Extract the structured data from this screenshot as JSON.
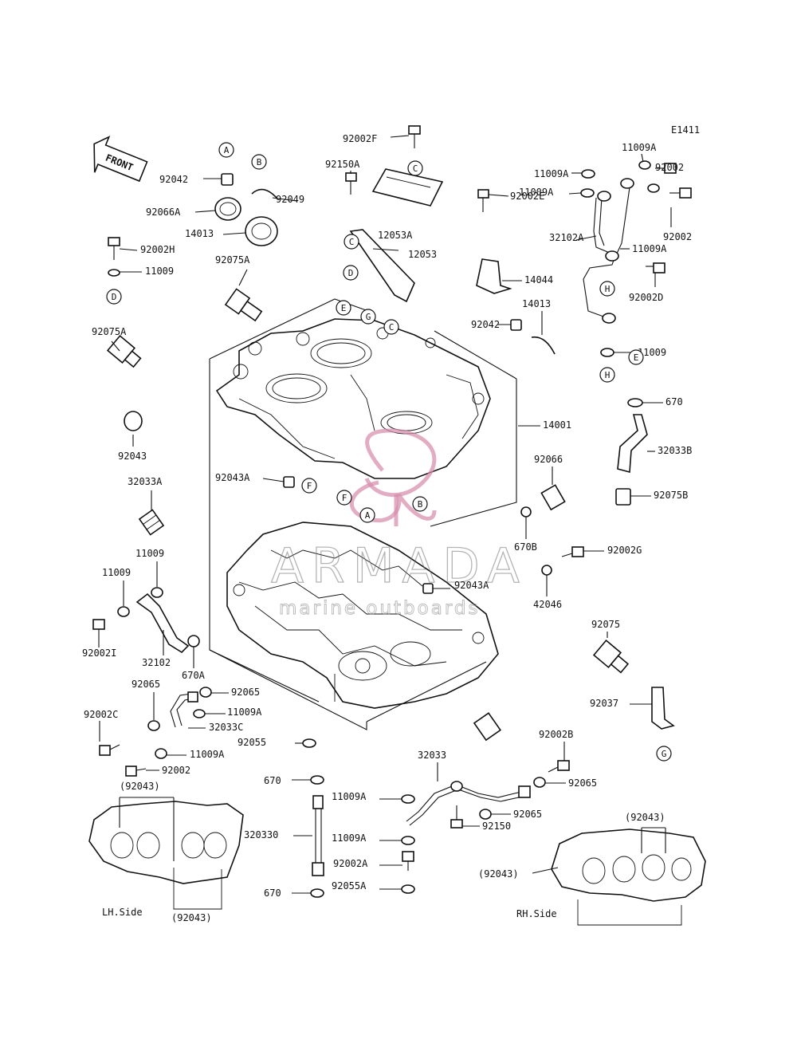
{
  "diagram": {
    "code": "E1411",
    "front_label": "FRONT",
    "lh_label": "LH.Side",
    "rh_label": "RH.Side"
  },
  "watermark": {
    "brand": "ARMADA",
    "tagline": "marine outboards"
  },
  "callouts": [
    "92002F",
    "92150A",
    "12053A",
    "12053",
    "92042",
    "92066A",
    "14013",
    "92049",
    "92002H",
    "11009",
    "92075A",
    "92075A",
    "92043",
    "11009A",
    "11009A",
    "92002",
    "11009A",
    "92002",
    "32102A",
    "11009A",
    "92002D",
    "92002E",
    "14044",
    "14013",
    "92042",
    "11009",
    "670",
    "32033B",
    "92075B",
    "14001",
    "92066",
    "670B",
    "92002G",
    "92043A",
    "42046",
    "32033A",
    "92043A",
    "11009",
    "11009",
    "92002I",
    "32102",
    "670A",
    "92065",
    "92065",
    "11009A",
    "92002C",
    "32033C",
    "11009A",
    "92002",
    "92055",
    "92075",
    "92037",
    "32033",
    "670",
    "11009A",
    "92002B",
    "92065",
    "92065",
    "320330",
    "11009A",
    "92150",
    "92002A",
    "92055A",
    "670",
    "(92043)",
    "(92043)",
    "(92043)",
    "(92043)"
  ],
  "refs": [
    "A",
    "B",
    "C",
    "C",
    "D",
    "D",
    "E",
    "G",
    "C",
    "H",
    "H",
    "E",
    "F",
    "A",
    "B",
    "F",
    "G"
  ]
}
